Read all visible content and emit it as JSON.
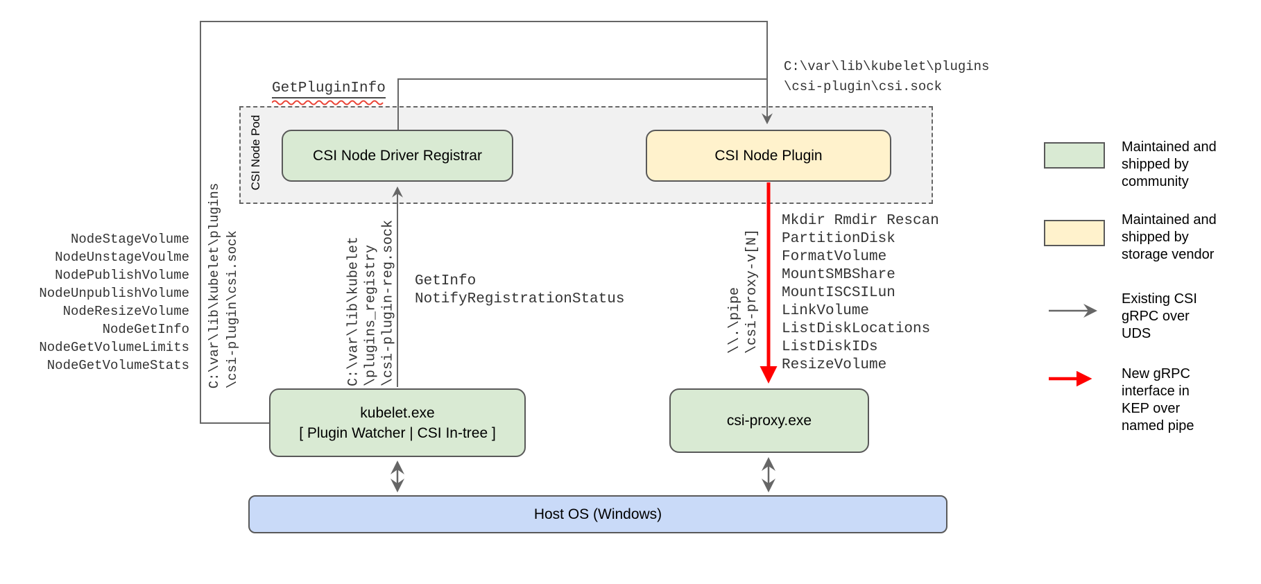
{
  "colors": {
    "community_green": "#d9ead3",
    "vendor_yellow": "#fff2cc",
    "host_blue": "#c9daf8",
    "pod_gray": "#f1f1f1",
    "line_gray": "#666666",
    "new_interface_red": "#ff0000",
    "box_border": "#595959"
  },
  "pod_label": "CSI Node Pod",
  "boxes": {
    "registrar": "CSI Node Driver Registrar",
    "plugin": "CSI Node Plugin",
    "kubelet": [
      "kubelet.exe",
      "[ Plugin Watcher | CSI In-tree ]"
    ],
    "csi_proxy": "csi-proxy.exe",
    "host_os": "Host OS (Windows)"
  },
  "labels": {
    "get_plugin_info": "GetPluginInfo",
    "registration_methods": [
      "GetInfo",
      "NotifyRegistrationStatus"
    ]
  },
  "paths": {
    "csi_sock_top": [
      "C:\\var\\lib\\kubelet\\plugins",
      "\\csi-plugin\\csi.sock"
    ],
    "csi_sock_left": [
      "C:\\var\\lib\\kubelet\\plugins",
      "\\csi-plugin\\csi.sock"
    ],
    "registry_sock": [
      "C:\\var\\lib\\kubelet",
      "\\plugins_registry",
      "\\csi-plugin-reg.sock"
    ],
    "pipe": [
      "\\\\.\\pipe",
      "\\csi-proxy-v[N]"
    ]
  },
  "methods": {
    "node_csi": [
      "NodeStageVolume",
      "NodeUnstageVoulme",
      "NodePublishVolume",
      "NodeUnpublishVolume",
      "NodeResizeVolume",
      "NodeGetInfo",
      "NodeGetVolumeLimits",
      "NodeGetVolumeStats"
    ],
    "proxy_api": [
      "Mkdir Rmdir Rescan",
      "PartitionDisk",
      "FormatVolume",
      "MountSMBShare",
      "MountISCSILun",
      "LinkVolume",
      "ListDiskLocations",
      "ListDiskIDs",
      "ResizeVolume"
    ]
  },
  "legend": {
    "community": [
      "Maintained and",
      "shipped by",
      "community"
    ],
    "vendor": [
      "Maintained and",
      "shipped by",
      "storage vendor"
    ],
    "uds": [
      "Existing CSI",
      "gRPC over",
      "UDS"
    ],
    "pipe": [
      "New gRPC",
      "interface in",
      "KEP over",
      "named pipe"
    ]
  }
}
